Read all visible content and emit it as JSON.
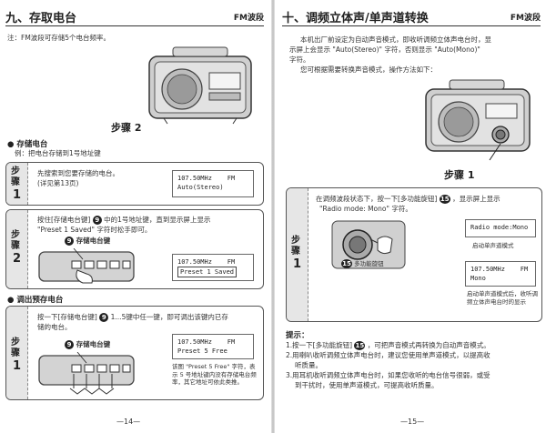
{
  "left": {
    "title": "九、存取电台",
    "band": "FM波段",
    "note": "注：FM波段可存储5个电台频率。",
    "figure_step": "步骤 2",
    "store_heading": "● 存储电台",
    "store_example": "例：把电台存储到1号地址键",
    "step1_text": "先搜索到您要存储的电台。\n(详见第13页)",
    "step1_lcd_freq": "107.50MHz    FM",
    "step1_lcd_mode": "Auto(Stereo)",
    "step2_text_a": "按住[存储电台键]",
    "step2_badge": "9",
    "step2_text_b": "中的1号地址键，直到显示屏上显示",
    "step2_text_c": "\"Preset 1 Saved\" 字符时松手即可。",
    "step2_key_label": "存储电台键",
    "step2_lcd_freq": "107.50MHz    FM",
    "step2_lcd_msg": "Preset 1 Saved",
    "recall_heading": "● 调出预存电台",
    "recall_text_a": "按一下[存储电台键]",
    "recall_badge": "9",
    "recall_text_b": "1...5键中任一键，即可调出该键内已存",
    "recall_text_c": "储的电台。",
    "recall_key_label": "存储电台键",
    "recall_lcd_freq": "107.50MHz    FM",
    "recall_lcd_msg": "Preset 5 Free",
    "recall_caption": "该图 \"Preset 5 Free\" 字符，表示 5 号地址键内没有存储电台频率，其它地址可依此类推。",
    "page_num": "—14—",
    "step_word_a": "步",
    "step_word_b": "骤",
    "step1_num": "1",
    "step2_num": "2"
  },
  "right": {
    "title": "十、调频立体声/单声道转换",
    "band": "FM波段",
    "intro_a": "本机出厂前设定为自动声音模式，即收听调频立体声电台时，显",
    "intro_b": "示屏上会显示 \"Auto(Stereo)\" 字符，否则显示 \"Auto(Mono)\"",
    "intro_c": "字符。",
    "intro_d": "您可根据需要转换声音模式，操作方法如下：",
    "figure_step": "步骤 1",
    "box_text_a": "在调频波段状态下，按一下[多功能旋钮]",
    "box_badge": "15",
    "box_text_b": "，显示屏上显示",
    "box_text_c": "\"Radio mode: Mono\" 字符。",
    "knob_label": "多功能旋钮",
    "lcd_mode": "Radio mode:Mono",
    "cap_mode": "启动单声道模式",
    "lcd_freq": "107.50MHz    FM",
    "lcd_mono": "Mono",
    "cap_result": "启动单声道模式后，收听调频立体声电台时的显示",
    "tips_title": "提示：",
    "tip1_a": "1.按一下[多功能旋钮]",
    "tip1_badge": "15",
    "tip1_b": "，可把声音模式再转换为自动声音模式。",
    "tip2": "2.用喇叭收听调频立体声电台时，建议您使用单声道模式，以提高收",
    "tip2b": "听质量。",
    "tip3": "3.用耳机收听调频立体声电台时，如果您收听的电台信号很弱，或受",
    "tip3b": "到干扰时，使用单声道模式，可提高收听质量。",
    "page_num": "—15—",
    "step_word_a": "步",
    "step_word_b": "骤",
    "step_num": "1"
  }
}
